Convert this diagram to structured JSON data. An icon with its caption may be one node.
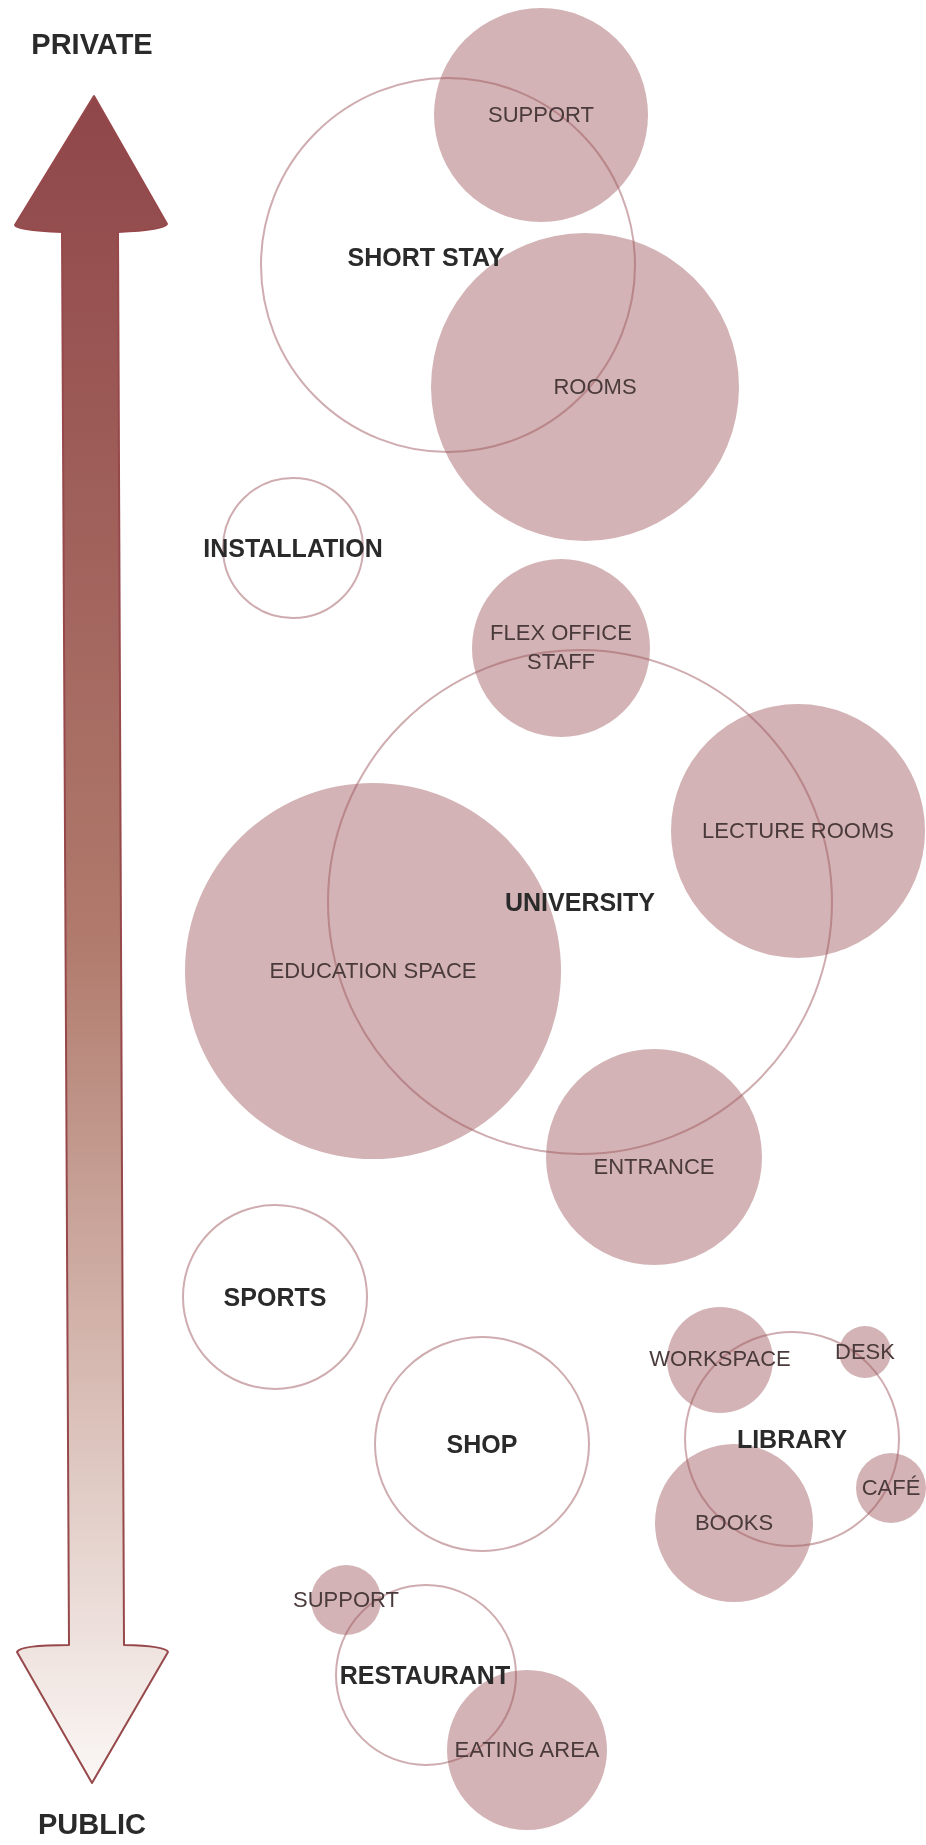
{
  "diagram": {
    "nodes": [
      {
        "text": [
          "SUPPORT"
        ]
      },
      {
        "text": [
          "SHORT STAY"
        ]
      },
      {
        "text": [
          "ROOMS"
        ]
      },
      {
        "text": [
          "INSTALLATION"
        ]
      },
      {
        "text": [
          "FLEX OFFICE STAFF"
        ]
      },
      {
        "text": [
          "LECTURE ROOMS"
        ]
      },
      {
        "text": [
          "UNIVERSITY"
        ]
      },
      {
        "text": [
          "EDUCATION SPACE"
        ]
      },
      {
        "text": [
          "ENTRANCE"
        ]
      },
      {
        "text": [
          "SPORTS"
        ]
      },
      {
        "text": [
          "WORKSPACE"
        ]
      },
      {
        "text": [
          "DESK"
        ]
      },
      {
        "text": [
          "SHOP"
        ]
      },
      {
        "text": [
          "LIBRARY"
        ]
      },
      {
        "text": [
          "CAFÉ"
        ]
      },
      {
        "text": [
          "BOOKS"
        ]
      },
      {
        "text": [
          "SUPPORT"
        ]
      },
      {
        "text": [
          "RESTAURANT"
        ]
      },
      {
        "text": [
          "EATING AREA"
        ]
      }
    ],
    "labels": [
      "PRIVATE",
      "PUBLIC"
    ]
  }
}
